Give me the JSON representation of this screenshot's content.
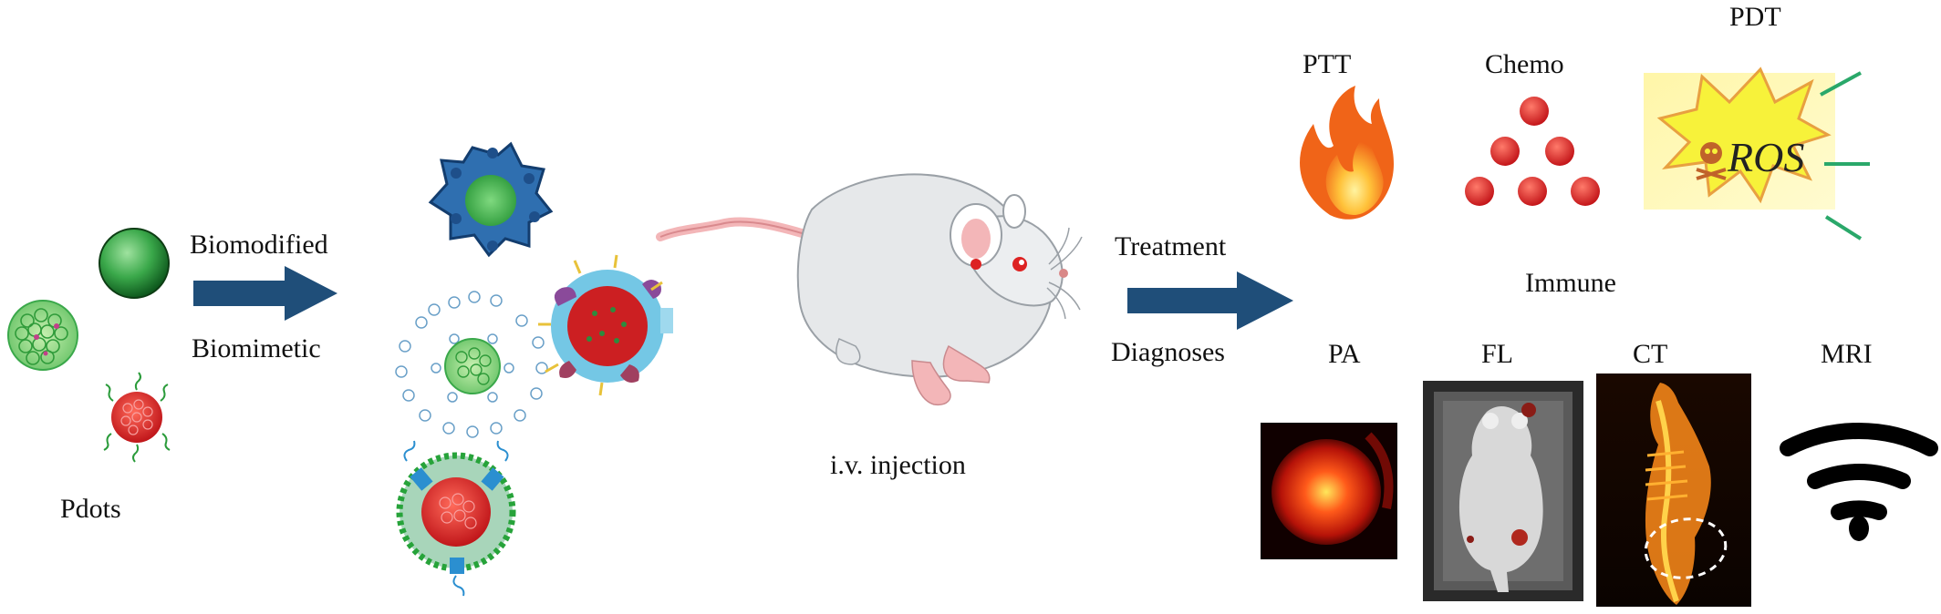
{
  "labels": {
    "pdots": "Pdots",
    "biomodified": "Biomodified",
    "biomimetic": "Biomimetic",
    "injection": "i.v. injection",
    "treatment": "Treatment",
    "diagnoses": "Diagnoses",
    "ptt": "PTT",
    "chemo": "Chemo",
    "pdt": "PDT",
    "ros": "ROS",
    "immune": "Immune",
    "pa": "PA",
    "fl": "FL",
    "ct": "CT",
    "mri": "MRI"
  },
  "colors": {
    "arrow": "#1f4e79",
    "green_particle": "#3aa84a",
    "red_particle": "#e0302a",
    "framework_blue": "#2f6fb0",
    "ros_yellow": "#f7f23a",
    "ros_border": "#e8a040",
    "mouse_body": "#e6e8ea",
    "mouse_ear_pink": "#f3b6b8",
    "flame_orange": "#f5821f",
    "flame_yellow": "#ffd84a"
  },
  "icons": {
    "wireless": "wifi-signal-icon",
    "flame": "flame-icon",
    "skull": "skull-icon"
  }
}
